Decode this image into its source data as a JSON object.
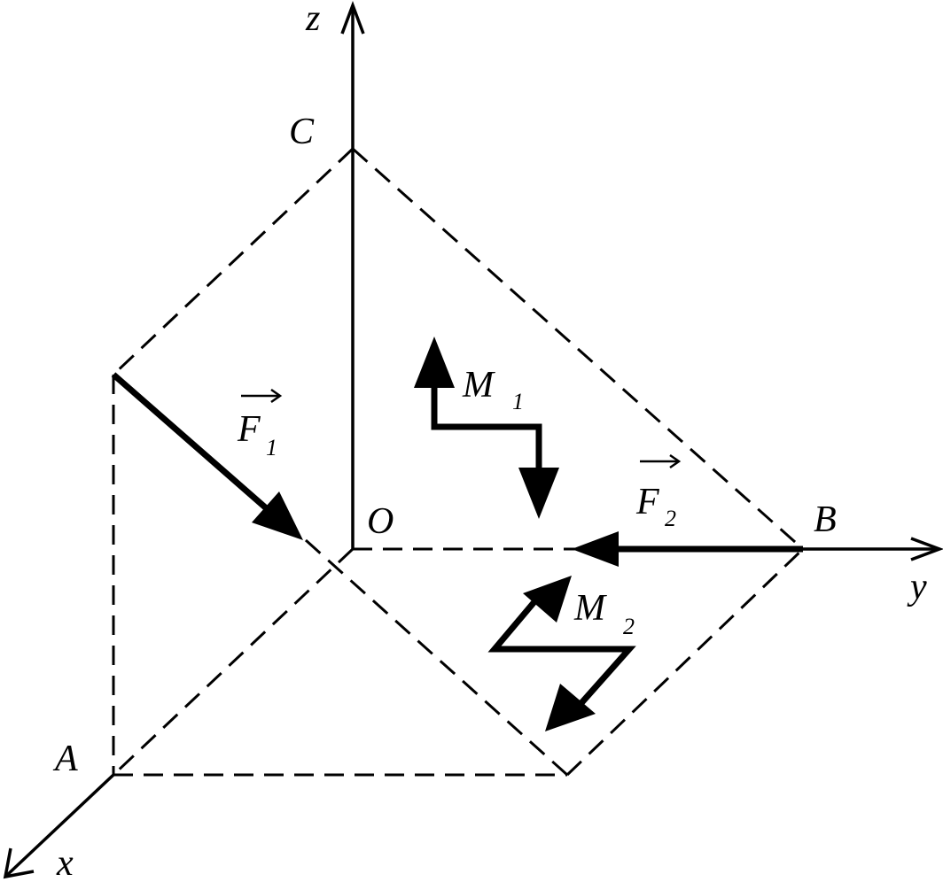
{
  "axes": {
    "x": "x",
    "y": "y",
    "z": "z"
  },
  "points": {
    "origin": "O",
    "a": "A",
    "b": "B",
    "c": "C"
  },
  "forces": {
    "f1": {
      "symbol": "F",
      "subscript": "1"
    },
    "f2": {
      "symbol": "F",
      "subscript": "2"
    }
  },
  "moments": {
    "m1": {
      "symbol": "M",
      "subscript": "1"
    },
    "m2": {
      "symbol": "M",
      "subscript": "2"
    }
  },
  "colors": {
    "ink": "#000000",
    "background": "#ffffff"
  }
}
